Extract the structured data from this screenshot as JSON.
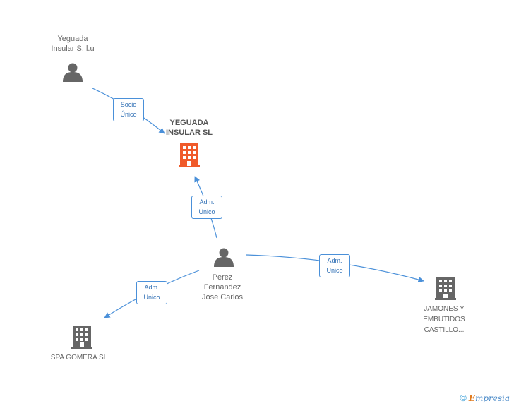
{
  "nodes": {
    "yeguada_person": {
      "name": "Yeguada Insular S. l.u",
      "lines": [
        "Yeguada",
        "Insular S. l.u"
      ],
      "kind": "person"
    },
    "yeguada_company": {
      "name": "YEGUADA INSULAR SL",
      "lines": [
        "YEGUADA",
        "INSULAR SL"
      ],
      "kind": "company-main"
    },
    "perez": {
      "name": "Perez Fernandez Jose Carlos",
      "lines": [
        "Perez",
        "Fernandez",
        "Jose Carlos"
      ],
      "kind": "person"
    },
    "spa_gomera": {
      "name": "SPA GOMERA SL",
      "lines": [
        "SPA GOMERA SL"
      ],
      "kind": "company"
    },
    "jamones": {
      "name": "JAMONES Y EMBUTIDOS CASTILLO...",
      "lines": [
        "JAMONES Y",
        "EMBUTIDOS",
        "CASTILLO..."
      ],
      "kind": "company"
    }
  },
  "edges": [
    {
      "id": "socio",
      "from": "yeguada_person",
      "to": "yeguada_company",
      "lines": [
        "Socio",
        "Único"
      ]
    },
    {
      "id": "adm1",
      "from": "perez",
      "to": "yeguada_company",
      "lines": [
        "Adm.",
        "Unico"
      ]
    },
    {
      "id": "adm2",
      "from": "perez",
      "to": "spa_gomera",
      "lines": [
        "Adm.",
        "Unico"
      ]
    },
    {
      "id": "adm3",
      "from": "perez",
      "to": "jamones",
      "lines": [
        "Adm.",
        "Unico"
      ]
    }
  ],
  "colors": {
    "edge": "#4a90d9",
    "person_icon": "#666666",
    "company_icon": "#666666",
    "main_company_icon": "#f05a2a"
  },
  "footer": {
    "copyright": "©",
    "brand_first": "E",
    "brand_rest": "mpresia"
  }
}
